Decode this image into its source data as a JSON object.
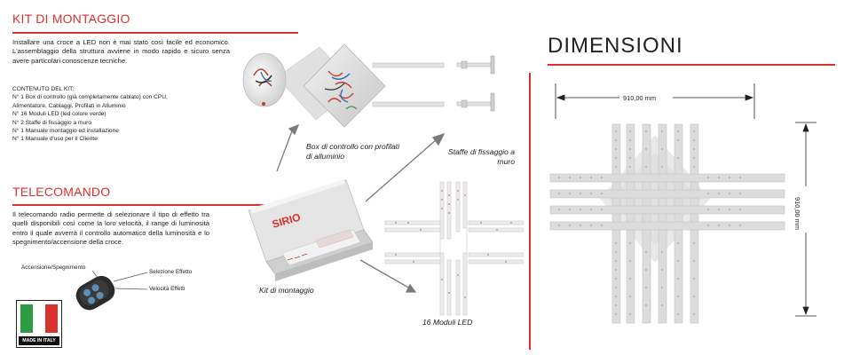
{
  "kit": {
    "title": "KIT DI MONTAGGIO",
    "intro": "Installare una croce a LED non è mai stato così facile ed economico. L'assemblaggio della struttura avviene in modo rapido e sicuro senza avere particolari conoscenze tecniche.",
    "contents_title": "CONTENUTO DEL KIT:",
    "contents": [
      "N° 1 Box di controllo (già completamente cablato) con CPU,",
      "Alimentatore, Cablaggi, Profilati in Alluminio",
      "N° 16 Moduli LED (led colore verde)",
      "N° 2 Staffe di fissaggio a muro",
      "N° 1 Manuale montaggio ed installazione",
      "N° 1 Manuale d'uso per il Cliente"
    ]
  },
  "remote": {
    "title": "TELECOMANDO",
    "text": "Il telecomando radio permette di selezionare il tipo di effetto tra quelli disponibili così come la loro velocità, il range di luminosità entro il quale avverrà il controllo automatico della luminosità e lo spegnimento/accensione della croce.",
    "labels": {
      "power": "Accensione/Spegnimento",
      "effect": "Selezione Effetto",
      "speed": "Velocità Effetti"
    }
  },
  "badge": {
    "text": "MADE IN ITALY"
  },
  "captions": {
    "box": "Box di controllo con profilati di alluminio",
    "brackets": "Staffe di fissaggio a muro",
    "kit": "Kit di montaggio",
    "modules": "16 Moduli LED",
    "brand": "SIRIO"
  },
  "dimensions": {
    "title": "DIMENSIONI",
    "width": "910,00 mm",
    "height": "910,00 mm"
  },
  "colors": {
    "accent": "#d8312e",
    "led_dot": "#c0392b",
    "panel": "#dcdcdc",
    "italy_green": "#2e9b45"
  }
}
